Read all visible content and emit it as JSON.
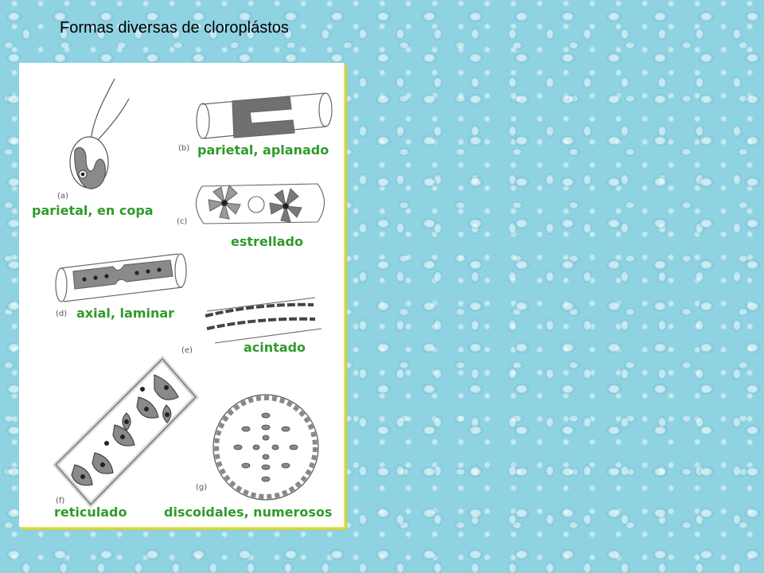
{
  "slide": {
    "title": "Formas diversas de cloroplástos"
  },
  "figure": {
    "labels": {
      "a": "parietal, en copa",
      "b": "parietal, aplanado",
      "c": "estrellado",
      "d": "axial, laminar",
      "e": "acintado",
      "f": "reticulado",
      "g": "discoidales, numerosos"
    },
    "letters": {
      "a": "(a)",
      "b": "(b)",
      "c": "(c)",
      "d": "(d)",
      "e": "(e)",
      "f": "(f)",
      "g": "(g)"
    }
  },
  "colors": {
    "label_green": "#2f9b2a",
    "chloroplast_gray": "#8a8a8a"
  }
}
